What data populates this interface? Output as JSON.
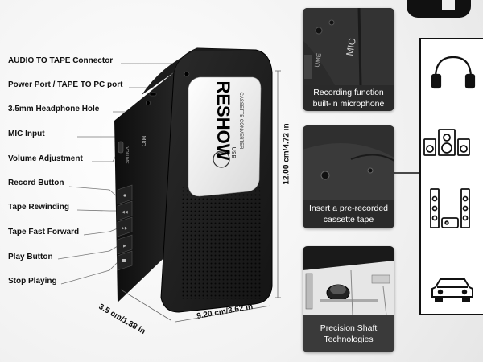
{
  "callouts": [
    "AUDIO TO TAPE Connector",
    "Power Port / TAPE TO PC port",
    "3.5mm Headphone Hole",
    "MIC Input",
    "Volume Adjustment",
    "Record Button",
    "Tape Rewinding",
    "Tape Fast Forward",
    "Play Button",
    "Stop Playing"
  ],
  "device": {
    "brand": "RESHOW",
    "subtitle": "CASSETTE CONVERTER",
    "mic_mark": "MIC",
    "vol_mark": "VOLUME",
    "usb_mark": "USB"
  },
  "dimensions": {
    "height": "12.00 cm/4.72 in",
    "width": "9.20 cm/3.62 in",
    "depth": "3.5 cm/1.38 in"
  },
  "panels": {
    "top": {
      "line1": "Recording function",
      "line2": "built-in microphone",
      "mark_mic": "MIC",
      "mark_ume": "UME"
    },
    "mid": {
      "line1": "Insert a pre-recorded",
      "line2": "cassette tape"
    },
    "bottom": {
      "line1": "Precision Shaft",
      "line2": "Technologies"
    }
  },
  "icons": [
    "headphones-icon",
    "speakers-icon",
    "tower-speakers-icon",
    "car-icon"
  ]
}
